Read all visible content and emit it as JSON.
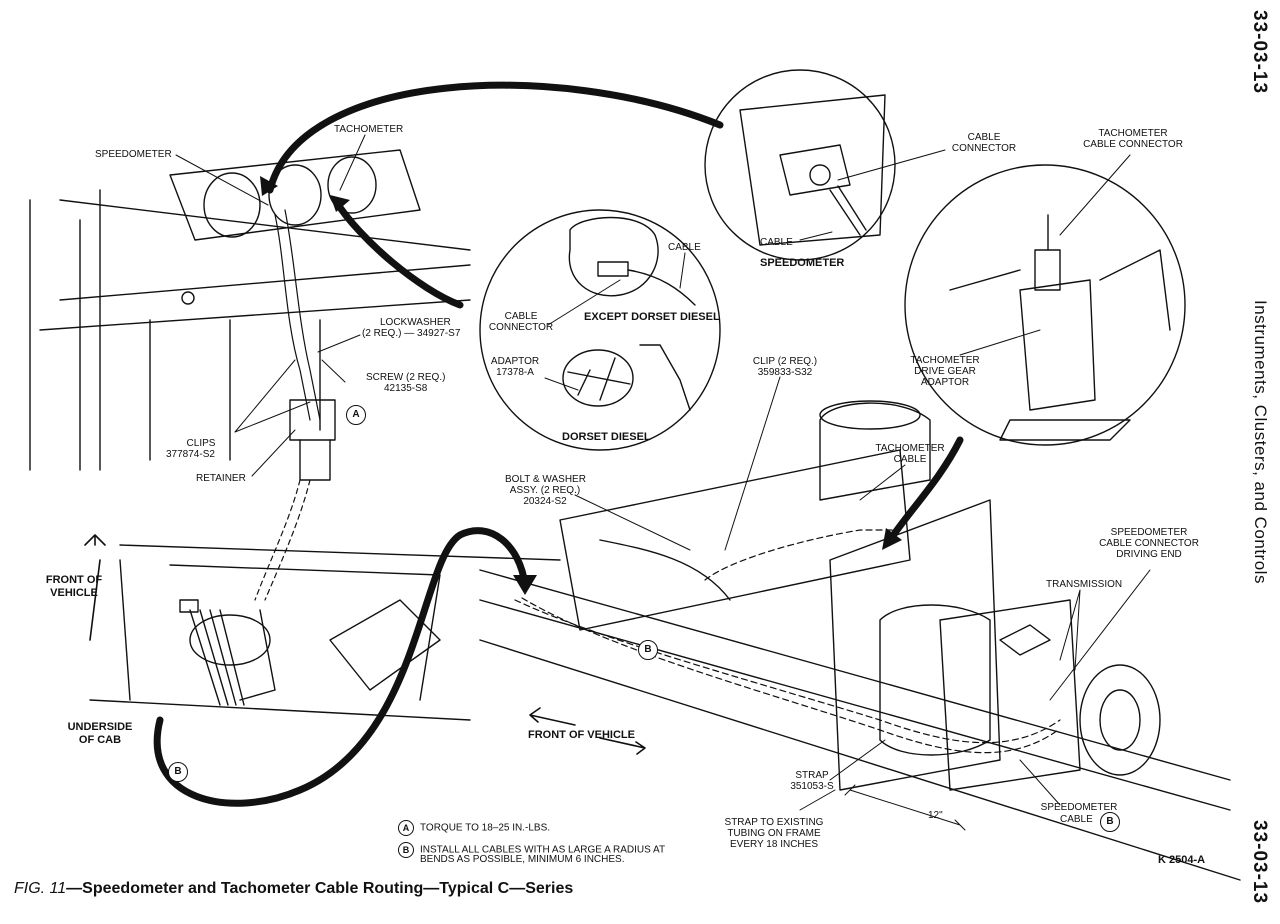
{
  "page": {
    "page_number_top": "33-03-13",
    "page_number_bottom": "33-03-13",
    "section_title": "Instruments, Clusters, and Controls",
    "figure_code": "K 2504-A",
    "caption_fig": "FIG. 11",
    "caption_text": "—Speedometer and Tachometer Cable Routing—Typical C—Series"
  },
  "labels": {
    "speedometer": "Speedometer",
    "tachometer": "Tachometer",
    "lockwasher_1": "Lockwasher",
    "lockwasher_2": "(2 Req.) — 34927-S7",
    "screw_1": "Screw (2 Req.)",
    "screw_2": "42135-S8",
    "clips_1": "Clips",
    "clips_2": "377874-S2",
    "retainer": "Retainer",
    "front_of_vehicle_left_1": "Front of",
    "front_of_vehicle_left_2": "Vehicle",
    "underside_1": "Underside",
    "underside_2": "of Cab",
    "cable_connector_inset_1": "Cable",
    "cable_connector_inset_2": "Connector",
    "cable_inset": "Cable",
    "except_dorset": "Except Dorset Diesel",
    "adaptor_1": "Adaptor",
    "adaptor_2": "17378-A",
    "dorset_diesel": "Dorset Diesel",
    "speedo_connector_1": "Cable",
    "speedo_connector_2": "Connector",
    "speedo_cable": "Cable",
    "speedo_inset_title": "Speedometer",
    "tach_cable_conn_1": "Tachometer",
    "tach_cable_conn_2": "Cable Connector",
    "tach_drive_1": "Tachometer",
    "tach_drive_2": "Drive Gear",
    "tach_drive_3": "Adaptor",
    "clip_1": "Clip (2 Req.)",
    "clip_2": "359833-S32",
    "tach_cable_1": "Tachometer",
    "tach_cable_2": "Cable",
    "bolt_1": "Bolt & Washer",
    "bolt_2": "Assy. (2 Req.)",
    "bolt_3": "20324-S2",
    "speedo_driving_1": "Speedometer",
    "speedo_driving_2": "Cable Connector",
    "speedo_driving_3": "Driving End",
    "transmission": "Transmission",
    "front_of_vehicle_right": "Front of Vehicle",
    "strap_1": "Strap",
    "strap_2": "351053-S",
    "strap_existing_1": "Strap to Existing",
    "strap_existing_2": "Tubing on Frame",
    "strap_existing_3": "Every 18 Inches",
    "twelve_in": "12\"",
    "speedo_cable_b_1": "Speedometer",
    "speedo_cable_b_2": "Cable"
  },
  "markers": {
    "a": "A",
    "b": "B"
  },
  "notes": [
    {
      "marker": "A",
      "text": "Torque to 18–25 In.-Lbs."
    },
    {
      "marker": "B",
      "text_1": "Install all cables with as large a radius at",
      "text_2": "bends as possible, minimum 6 inches."
    }
  ],
  "colors": {
    "ink": "#111111",
    "paper": "#ffffff"
  }
}
